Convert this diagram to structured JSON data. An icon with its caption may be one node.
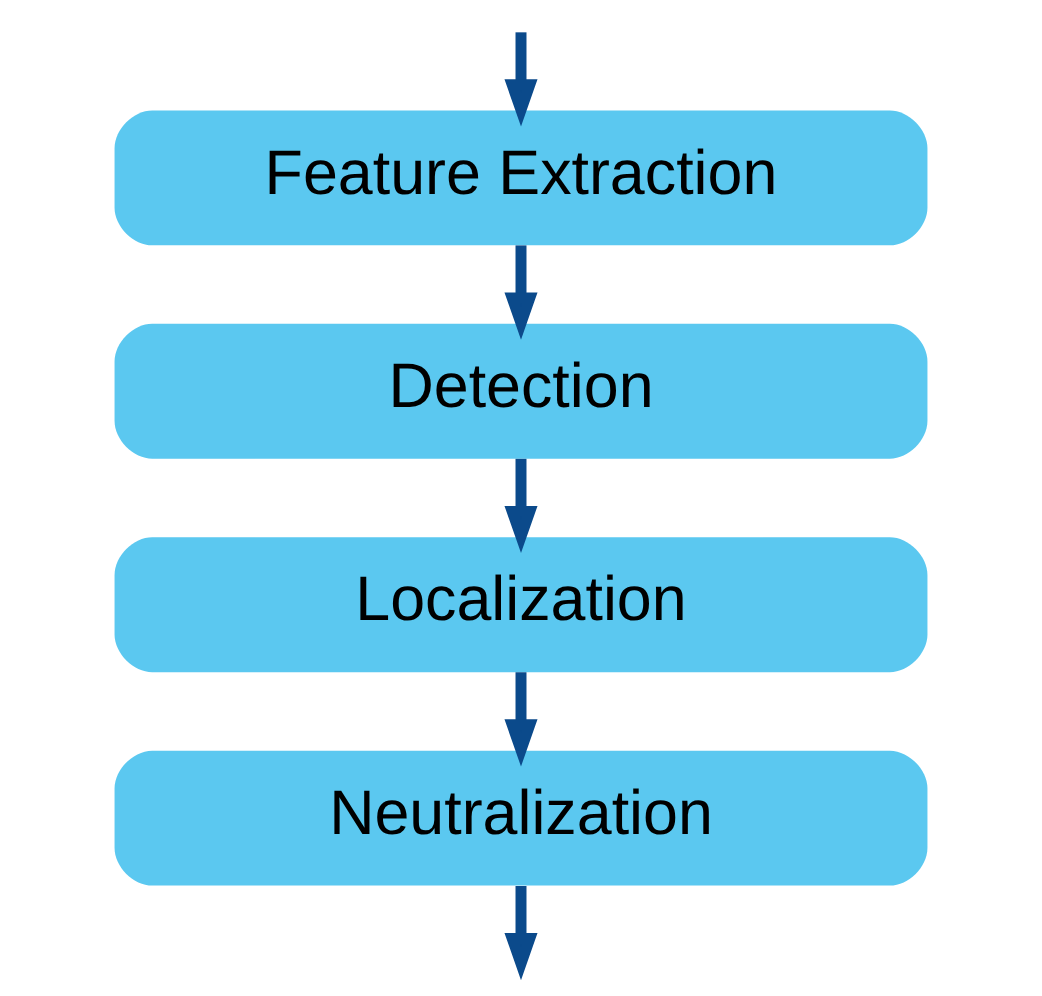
{
  "diagram": {
    "nodes": [
      {
        "text": [
          "Feature Extraction"
        ]
      },
      {
        "text": [
          "Detection"
        ]
      },
      {
        "text": [
          "Localization"
        ]
      },
      {
        "text": [
          "Neutralization"
        ]
      }
    ],
    "edges": [
      {
        "from": null,
        "to": 0,
        "arrow": "to"
      },
      {
        "from": 0,
        "to": 1,
        "arrow": "to"
      },
      {
        "from": 1,
        "to": 2,
        "arrow": "to"
      },
      {
        "from": 2,
        "to": 3,
        "arrow": "to"
      },
      {
        "from": 3,
        "to": null,
        "arrow": "to"
      }
    ]
  }
}
